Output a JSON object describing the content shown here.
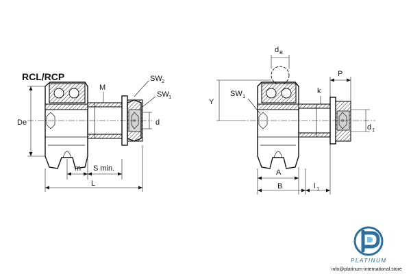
{
  "left": {
    "title": "RCL/RCP",
    "labels": {
      "sw2": "SW",
      "sw2_sub": "2",
      "sw1": "SW",
      "sw1_sub": "1",
      "m_upper": "M",
      "de": "De",
      "d": "d",
      "m": "m",
      "s": "S min.",
      "l": "L"
    }
  },
  "right": {
    "labels": {
      "db": "d",
      "db_sub": "B",
      "p": "P",
      "y": "Y",
      "sw1": "SW",
      "sw1_sub": "1",
      "k": "k",
      "d1": "d",
      "d1_sub": "1",
      "a": "A",
      "b": "B",
      "l1": "l",
      "l1_sub": "1"
    }
  },
  "brand": {
    "name": "PLATINUM",
    "url": "info@platinum-international.store",
    "colors": {
      "primary": "#2b6f9e",
      "accent": "#7dc0e6"
    }
  }
}
